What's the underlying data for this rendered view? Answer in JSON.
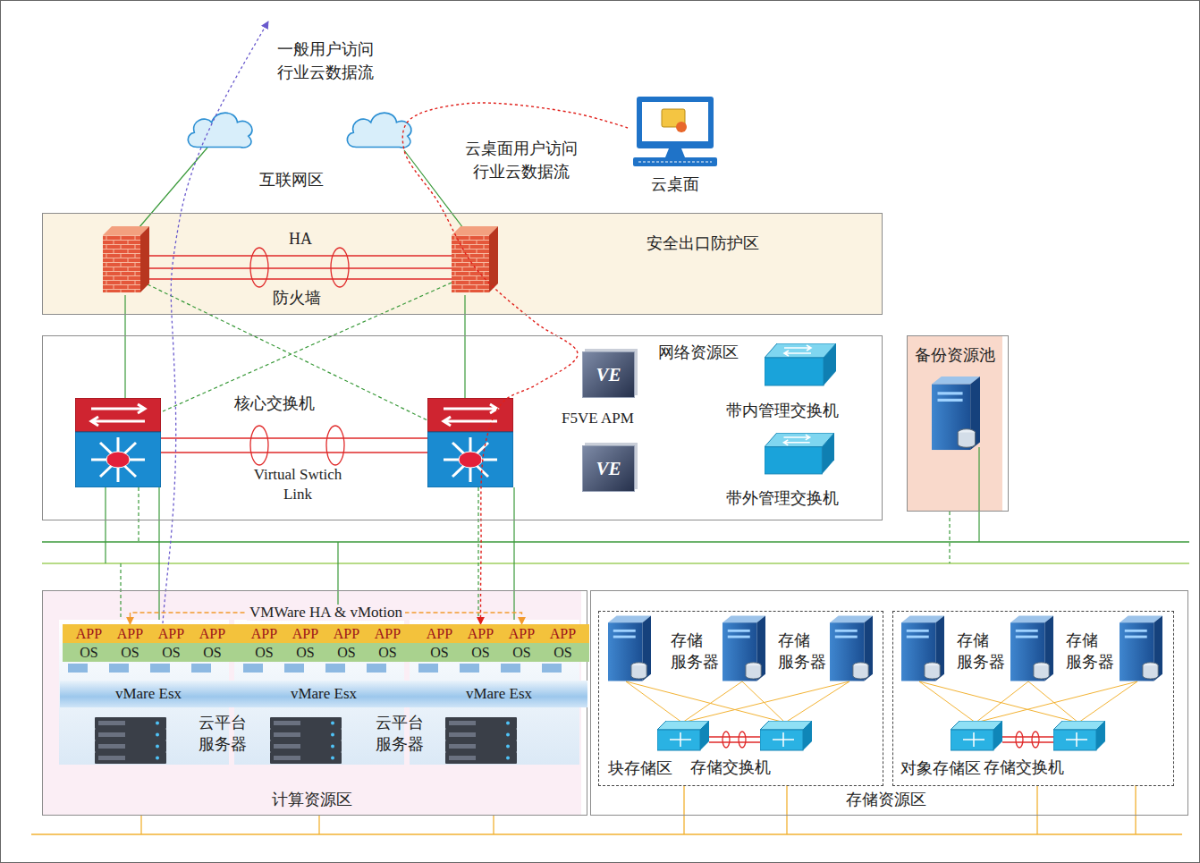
{
  "diagram": {
    "nodes": [
      {
        "text": [
          "云桌面"
        ]
      },
      {
        "text": [
          "安全出口防护区"
        ]
      },
      {
        "text": [
          "网络资源区"
        ]
      },
      {
        "text": [
          "VE"
        ],
        "in": 2
      },
      {
        "text": [
          "VE"
        ],
        "in": 2
      },
      {
        "text": [
          "备份资源池"
        ]
      },
      {
        "text": [
          "计算资源区"
        ]
      },
      {
        "text": [
          "vMare Esx"
        ],
        "in": 6
      },
      {
        "text": [
          "APP",
          "OS"
        ],
        "in": 7
      },
      {
        "text": [
          "APP",
          "OS"
        ],
        "in": 7
      },
      {
        "text": [
          "APP",
          "OS"
        ],
        "in": 7
      },
      {
        "text": [
          "APP",
          "OS"
        ],
        "in": 7
      },
      {
        "text": [
          "vMare Esx"
        ],
        "in": 6
      },
      {
        "text": [
          "APP",
          "OS"
        ],
        "in": 12
      },
      {
        "text": [
          "APP",
          "OS"
        ],
        "in": 12
      },
      {
        "text": [
          "APP",
          "OS"
        ],
        "in": 12
      },
      {
        "text": [
          "APP",
          "OS"
        ],
        "in": 12
      },
      {
        "text": [
          "vMare Esx"
        ],
        "in": 6
      },
      {
        "text": [
          "APP",
          "OS"
        ],
        "in": 17
      },
      {
        "text": [
          "APP",
          "OS"
        ],
        "in": 17
      },
      {
        "text": [
          "APP",
          "OS"
        ],
        "in": 17
      },
      {
        "text": [
          "APP",
          "OS"
        ],
        "in": 17
      },
      {
        "text": [
          "存储资源区"
        ]
      },
      {
        "text": [
          "块存储区"
        ],
        "in": 22
      },
      {
        "text": [
          "对象存储区"
        ],
        "in": 22
      }
    ],
    "edges": [
      {
        "from": 9,
        "to": 20,
        "arrow": "both",
        "label": "VMWare HA & vMotion"
      },
      {
        "from": 0,
        "to": 19,
        "arrow": "to"
      }
    ],
    "labels": [
      "一般用户访问 行业云数据流",
      "互联网区",
      "云桌面用户访问 行业云数据流",
      "HA",
      "防火墙",
      "核心交换机",
      "Virtual Swtich Link",
      "F5VE APM",
      "带内管理交换机",
      "带外管理交换机",
      "云平台 服务器",
      "云平台 服务器",
      "存储 服务器",
      "存储 服务器",
      "存储 服务器",
      "存储 服务器",
      "存储交换机",
      "存储交换机"
    ]
  }
}
